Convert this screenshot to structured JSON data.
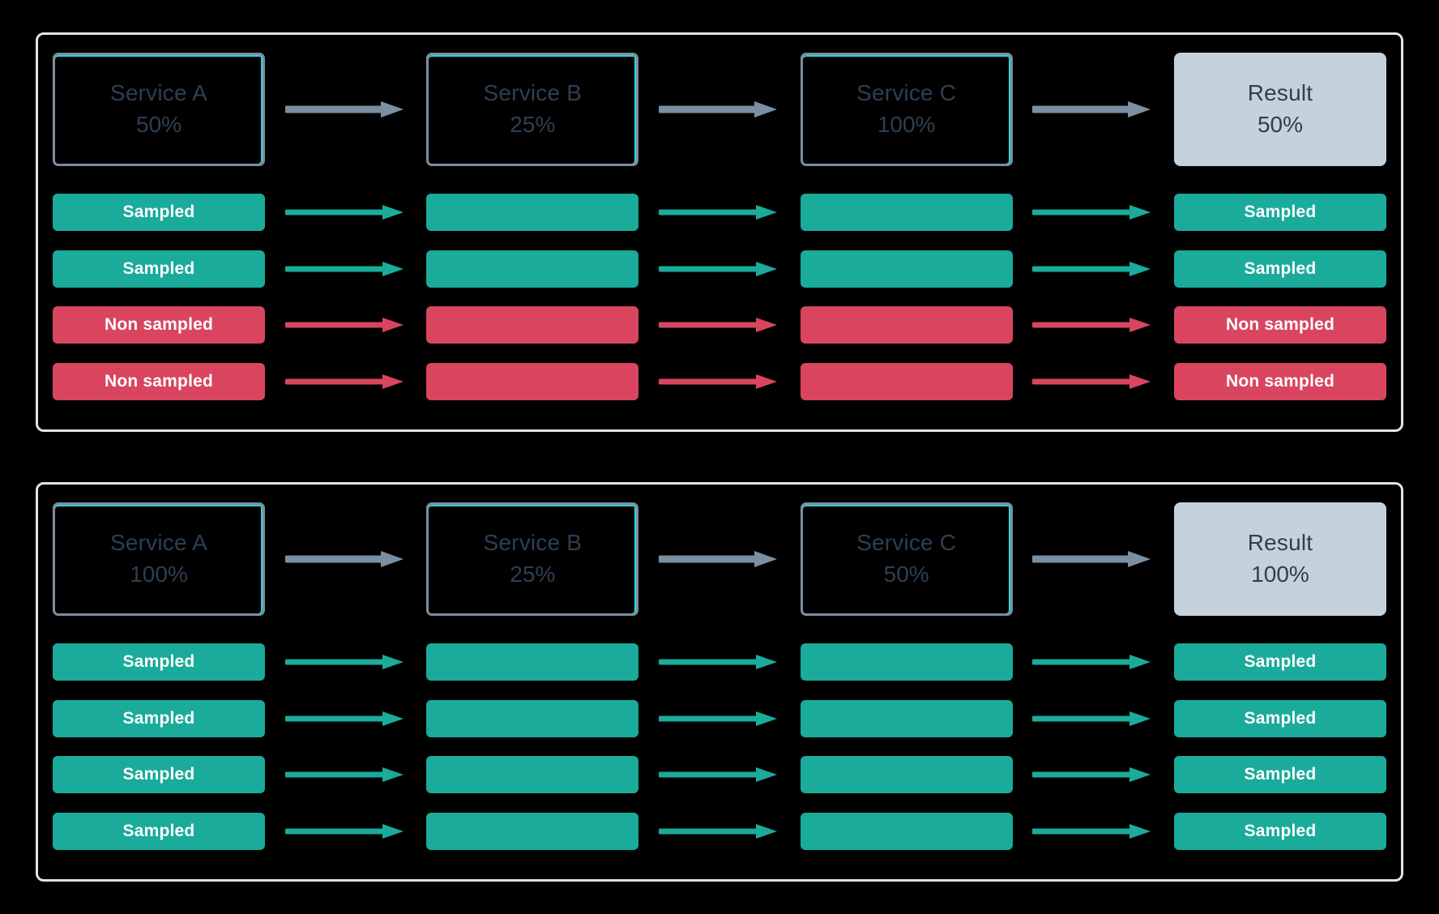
{
  "colors": {
    "background": "#000000",
    "panel_border": "#dde3e9",
    "service_border": "#7d8d9e",
    "service_accent": "#2fd4d4",
    "service_text": "#2e3f50",
    "result_fill": "#c5d2dc",
    "sampled": "#1aab9b",
    "non_sampled": "#d9455f",
    "gray_arrow": "#7b8fa3"
  },
  "panels": [
    {
      "id": "panel-top",
      "services": [
        {
          "name": "Service A",
          "percent": "50%",
          "kind": "service"
        },
        {
          "name": "Service B",
          "percent": "25%",
          "kind": "service"
        },
        {
          "name": "Service C",
          "percent": "100%",
          "kind": "service"
        },
        {
          "name": "Result",
          "percent": "50%",
          "kind": "result"
        }
      ],
      "flows": [
        {
          "status": "sampled",
          "label": "Sampled",
          "cells": [
            "Sampled",
            "",
            "",
            "Sampled"
          ]
        },
        {
          "status": "sampled",
          "label": "Sampled",
          "cells": [
            "Sampled",
            "",
            "",
            "Sampled"
          ]
        },
        {
          "status": "nonsampled",
          "label": "Non sampled",
          "cells": [
            "Non sampled",
            "",
            "",
            "Non sampled"
          ]
        },
        {
          "status": "nonsampled",
          "label": "Non sampled",
          "cells": [
            "Non sampled",
            "",
            "",
            "Non sampled"
          ]
        }
      ]
    },
    {
      "id": "panel-bottom",
      "services": [
        {
          "name": "Service A",
          "percent": "100%",
          "kind": "service"
        },
        {
          "name": "Service B",
          "percent": "25%",
          "kind": "service"
        },
        {
          "name": "Service C",
          "percent": "50%",
          "kind": "service"
        },
        {
          "name": "Result",
          "percent": "100%",
          "kind": "result"
        }
      ],
      "flows": [
        {
          "status": "sampled",
          "label": "Sampled",
          "cells": [
            "Sampled",
            "",
            "",
            "Sampled"
          ]
        },
        {
          "status": "sampled",
          "label": "Sampled",
          "cells": [
            "Sampled",
            "",
            "",
            "Sampled"
          ]
        },
        {
          "status": "sampled",
          "label": "Sampled",
          "cells": [
            "Sampled",
            "",
            "",
            "Sampled"
          ]
        },
        {
          "status": "sampled",
          "label": "Sampled",
          "cells": [
            "Sampled",
            "",
            "",
            "Sampled"
          ]
        }
      ]
    }
  ]
}
